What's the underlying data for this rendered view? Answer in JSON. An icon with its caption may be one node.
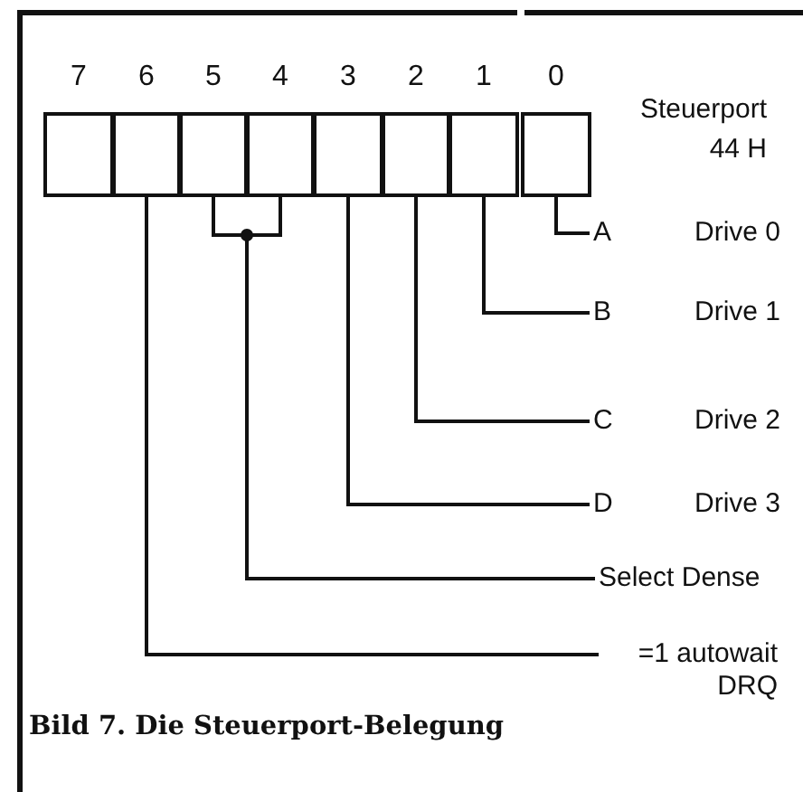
{
  "diagram": {
    "caption": "Bild 7. Die Steuerport-Belegung",
    "nodes": [
      {
        "text": [
          "7"
        ]
      },
      {
        "text": [
          "6"
        ]
      },
      {
        "text": [
          "5"
        ]
      },
      {
        "text": [
          "4"
        ]
      },
      {
        "text": [
          "3"
        ]
      },
      {
        "text": [
          "2"
        ]
      },
      {
        "text": [
          "1"
        ]
      },
      {
        "text": [
          "0"
        ]
      },
      {
        "text": [
          "A"
        ],
        "beside": [
          "Drive 0"
        ]
      },
      {
        "text": [
          "B"
        ],
        "beside": [
          "Drive 1"
        ]
      },
      {
        "text": [
          "C"
        ],
        "beside": [
          "Drive 2"
        ]
      },
      {
        "text": [
          "D"
        ],
        "beside": [
          "Drive 3"
        ]
      },
      {
        "text": [
          "Select Dense"
        ]
      },
      {
        "text": [
          "=1 autowait DRQ"
        ]
      }
    ],
    "edges": [
      {
        "from": 7,
        "to": 8,
        "arrow": "none"
      },
      {
        "from": 6,
        "to": 9,
        "arrow": "none"
      },
      {
        "from": 5,
        "to": 10,
        "arrow": "none"
      },
      {
        "from": 4,
        "to": 11,
        "arrow": "none"
      },
      {
        "from": 2,
        "to": 12,
        "arrow": "none"
      },
      {
        "from": 3,
        "to": 12,
        "arrow": "none"
      },
      {
        "from": 1,
        "to": 13,
        "arrow": "none"
      }
    ],
    "labels": [
      "Steuerport 44 H"
    ]
  }
}
